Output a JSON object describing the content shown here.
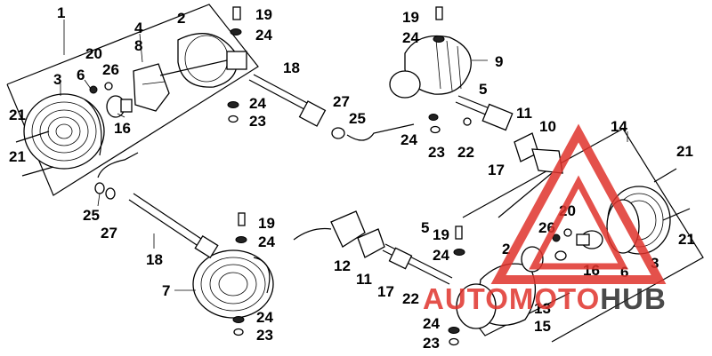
{
  "callouts": {
    "c1": "1",
    "c2a": "2",
    "c3a": "3",
    "c4": "4",
    "c6a": "6",
    "c8": "8",
    "c20a": "20",
    "c26a": "26",
    "c21a": "21",
    "c21b": "21",
    "c16a": "16",
    "c19a": "19",
    "c24a": "24",
    "c18a": "18",
    "c24b": "24",
    "c23a": "23",
    "c27a": "27",
    "c25a": "25",
    "c19b": "19",
    "c24c": "24",
    "c9": "9",
    "c5a": "5",
    "c11a": "11",
    "c10": "10",
    "c24d": "24",
    "c23b": "23",
    "c22a": "22",
    "c17a": "17",
    "c14": "14",
    "c21c": "21",
    "c21d": "21",
    "c25b": "25",
    "c27b": "27",
    "c18b": "18",
    "c19c": "19",
    "c24e": "24",
    "c7": "7",
    "c24f": "24",
    "c23c": "23",
    "c12": "12",
    "c11b": "11",
    "c17b": "17",
    "c22b": "22",
    "c5b": "5",
    "c19d": "19",
    "c24g": "24",
    "c26b": "26",
    "c20b": "20",
    "c2b": "2",
    "c16b": "16",
    "c6b": "6",
    "c3b": "3",
    "c13": "13",
    "c15": "15",
    "c24h": "24",
    "c23d": "23"
  },
  "watermark": {
    "text_red": "AUTOMOTO",
    "text_dark": "HUB",
    "color_red": "#e0332c",
    "color_dark": "#2b2b2b"
  }
}
